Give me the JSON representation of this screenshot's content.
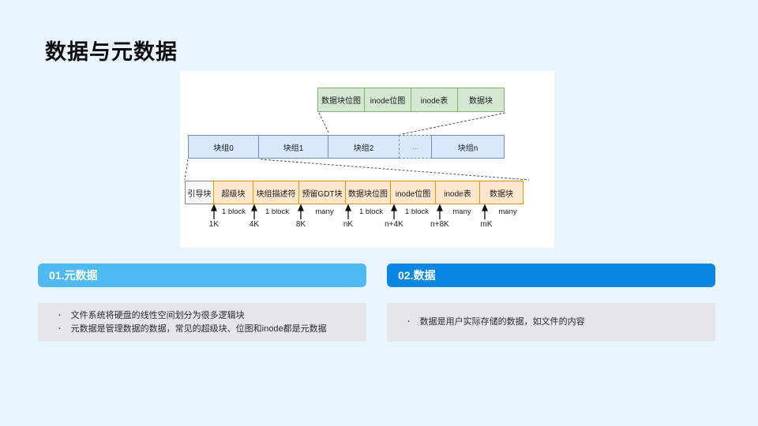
{
  "title": "数据与元数据",
  "colors": {
    "background": "#EAF4FE",
    "panel": "#FFFFFF",
    "green_fill": "#D5E8D4",
    "green_border": "#82B366",
    "blue_fill": "#DAE8FC",
    "blue_border": "#6C8EBF",
    "orange_fill": "#FFE6CC",
    "orange_border": "#D79B00",
    "boot_fill": "#F7F7F7",
    "header_metadata": "#4FB9F1",
    "header_data": "#0987E2",
    "content_box": "#E4E8EB"
  },
  "diagram": {
    "group_detail_cells": [
      "数据块位图",
      "inode位图",
      "inode表",
      "数据块"
    ],
    "disk_cells": [
      "块组0",
      "块组1",
      "块组2",
      "...",
      "块组n"
    ],
    "block_group_cells": [
      "引导块",
      "超级块",
      "块组描述符",
      "预留GDT块",
      "数据块位图",
      "inode位图",
      "inode表",
      "数据块"
    ],
    "count_labels": [
      "1 block",
      "1 block",
      "many",
      "1 block",
      "1 block",
      "many",
      "many"
    ],
    "size_labels": [
      "1K",
      "4K",
      "8K",
      "nK",
      "n+4K",
      "n+8K",
      "mK"
    ]
  },
  "sections": [
    {
      "header": "01.元数据",
      "bullets": [
        "文件系统将硬盘的线性空间划分为很多逻辑块",
        "元数据是管理数据的数据，常见的超级块、位图和inode都是元数据"
      ]
    },
    {
      "header": "02.数据",
      "bullets": [
        "数据是用户实际存储的数据，如文件的内容"
      ]
    }
  ]
}
